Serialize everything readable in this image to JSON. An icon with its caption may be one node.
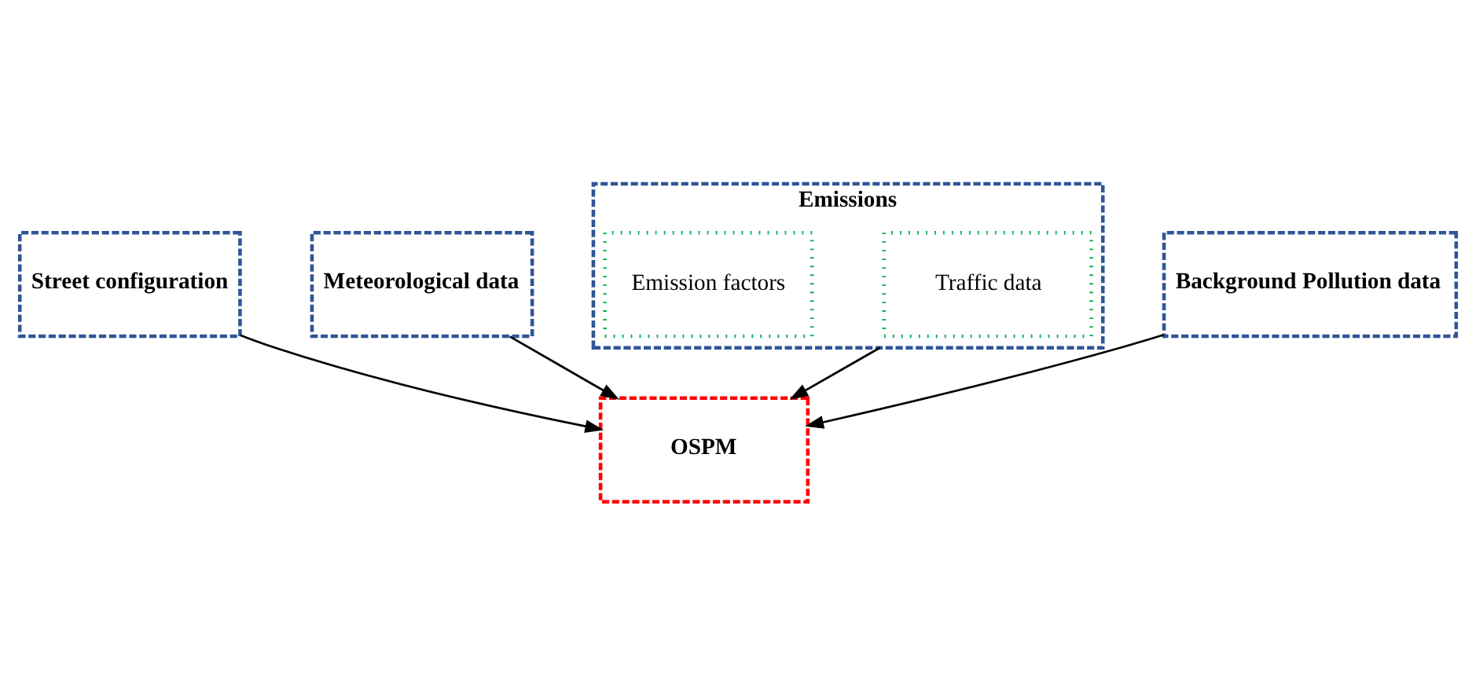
{
  "diagram": {
    "nodes": [
      {
        "text": [
          "Street configuration"
        ]
      },
      {
        "text": [
          "Meteorological data"
        ]
      },
      {
        "text": [
          "Emissions"
        ]
      },
      {
        "text": [
          "Traffic data"
        ],
        "in": 2
      },
      {
        "text": [
          "Emission factors"
        ],
        "in": 2
      },
      {
        "text": [
          "Background Pollution data"
        ]
      },
      {
        "text": [
          "OSPM"
        ]
      }
    ],
    "edges": [
      {
        "from": 0,
        "to": 6,
        "arrow": "to"
      },
      {
        "from": 1,
        "to": 6,
        "arrow": "to"
      },
      {
        "from": 5,
        "to": 6,
        "arrow": "to"
      },
      {
        "from": 2,
        "to": 6,
        "arrow": "to"
      }
    ]
  }
}
